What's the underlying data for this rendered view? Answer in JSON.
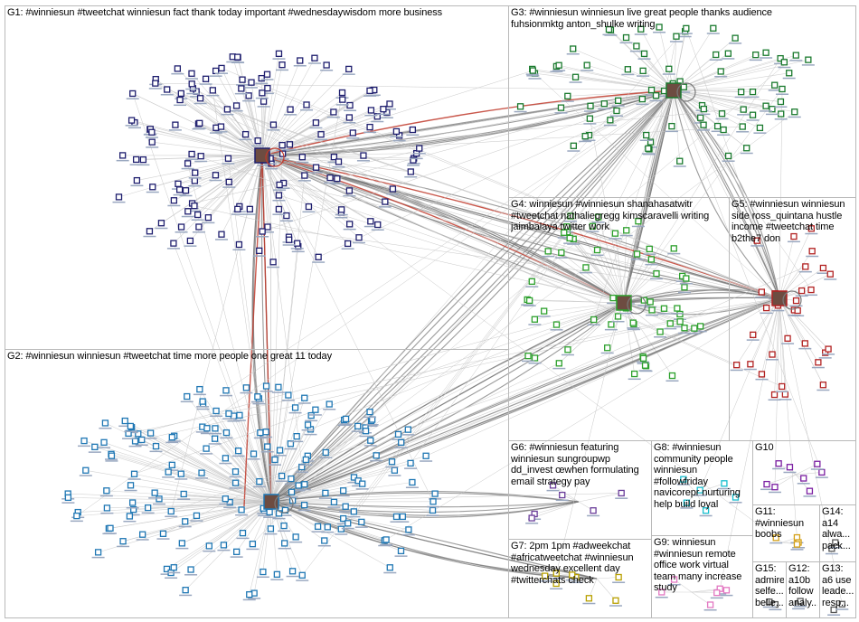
{
  "title": "NodeXL Twitter network graph",
  "colors": {
    "edge": "#7a7a7a",
    "edge_light": "#c8c8c8",
    "edge_red": "#c0392b",
    "border": "#b9b9b9"
  },
  "groups": [
    {
      "id": "g1",
      "label": "G1: #winniesun #tweetchat winniesun fact thank today important #wednesdaywisdom more business",
      "node_color": "#1e1e6e"
    },
    {
      "id": "g2",
      "label": "G2: #winniesun winniesun #tweetchat time more people one great 11 today",
      "node_color": "#1f77b4"
    },
    {
      "id": "g3",
      "label": "G3: #winniesun winniesun live great people thanks audience fuhsionmktg anton_shulke writing",
      "node_color": "#1a7a2e"
    },
    {
      "id": "g4",
      "label": "G4: winniesun #winniesun shanahasatwitr #tweetchat nathaliegregg kimscaravelli writing jaimbalaya twitter work",
      "node_color": "#2ca02c"
    },
    {
      "id": "g5",
      "label": "G5: #winniesun winniesun side ross_quintana hustle income #tweetchat time b2the7 don",
      "node_color": "#b22222"
    },
    {
      "id": "g6",
      "label": "G6: #winniesun featuring winniesun sungroupwp dd_invest œwhen formulating email strategy pay",
      "node_color": "#6a3d9a"
    },
    {
      "id": "g7",
      "label": "G7: 2pm 1pm #adweekchat #africatweetchat #winniesun wednesday excellent day #twitterchats check",
      "node_color": "#b8a000"
    },
    {
      "id": "g8",
      "label": "G8: #winniesun community people winniesun #followfriday navicorepr nurturing help build loyal",
      "node_color": "#17becf"
    },
    {
      "id": "g9",
      "label": "G9: winniesun #winniesun remote office work virtual team many increase study",
      "node_color": "#e377c2"
    },
    {
      "id": "g10",
      "label": "G10",
      "node_color": "#7b1fa2"
    },
    {
      "id": "g11",
      "label": "G11: #winniesun boobs",
      "node_color": "#d4a017"
    },
    {
      "id": "g14",
      "label": "G14: a14 alwa... pack...",
      "node_color": "#555555"
    },
    {
      "id": "g15",
      "label": "G15: admire selfe... belie...",
      "node_color": "#555555"
    },
    {
      "id": "g12",
      "label": "G12: a10b follow analy...",
      "node_color": "#555555"
    },
    {
      "id": "g13",
      "label": "G13: a6 use leade... resp...",
      "node_color": "#555555"
    }
  ]
}
